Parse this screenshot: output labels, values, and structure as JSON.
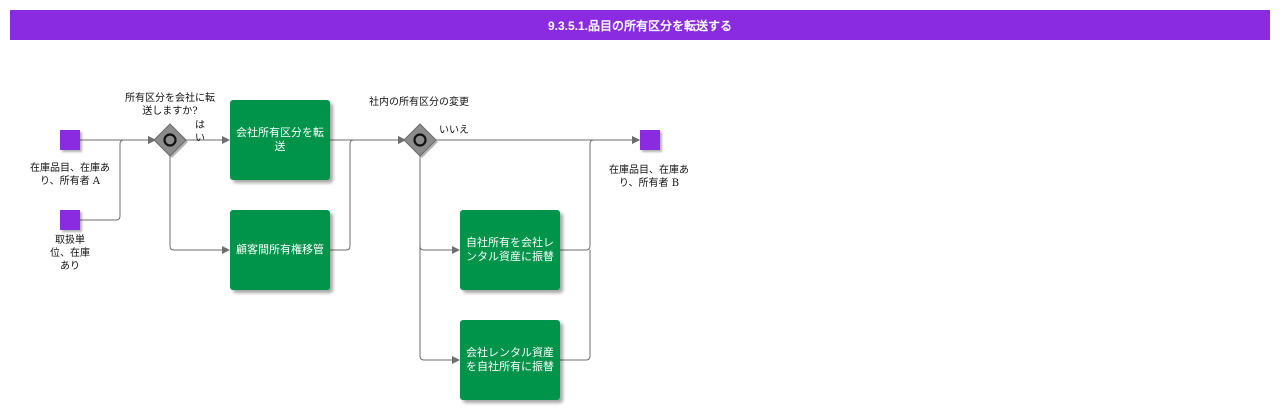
{
  "header": {
    "title": "9.3.5.1.品目の所有区分を転送する"
  },
  "events": {
    "start_a_label": "在庫品目、在庫あり、所有者 A",
    "start_b_label": "取扱単位、在庫あり",
    "end_label": "在庫品目、在庫あり、所有者 B"
  },
  "gateways": {
    "g1_label": "所有区分を会社に転送しますか?",
    "g1_yes": "はい",
    "g2_label": "社内の所有区分の変更",
    "g2_no": "いいえ"
  },
  "tasks": {
    "transfer_company": "会社所有区分を転送",
    "customer_ownership": "顧客間所有権移管",
    "own_to_rental": "自社所有を会社レンタル資産に振替",
    "rental_to_own": "会社レンタル資産を自社所有に振替"
  },
  "colors": {
    "header": "#8a2be2",
    "event": "#8a2be2",
    "task": "#00944a",
    "gateway": "#8c8c8c",
    "connector": "#6e6e6e"
  }
}
